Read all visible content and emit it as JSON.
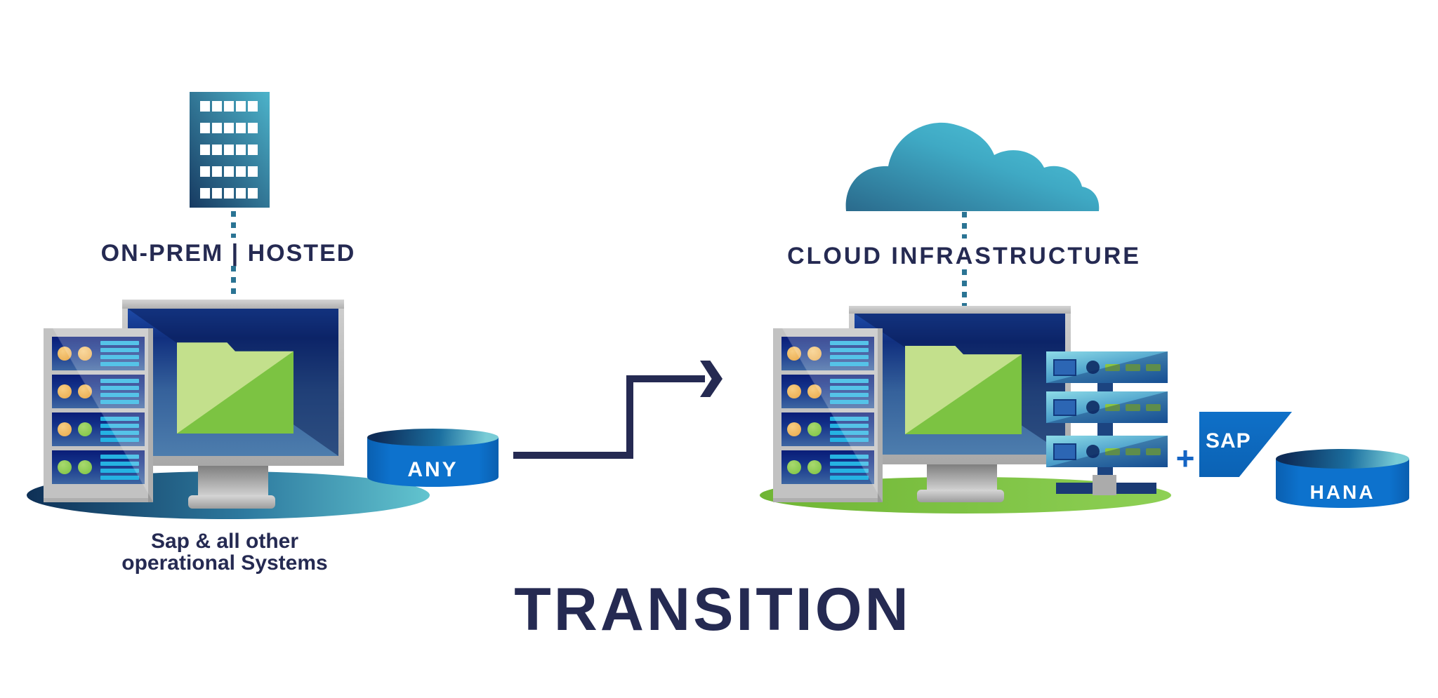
{
  "diagram": {
    "title": "TRANSITION",
    "left_group": {
      "source_icon": "building",
      "label": "ON-PREM | HOSTED",
      "caption": [
        "Sap & all other",
        "operational Systems"
      ],
      "database_label": "ANY"
    },
    "right_group": {
      "source_icon": "cloud",
      "label": "CLOUD INFRASTRUCTURE",
      "plus_sign": "+",
      "sap_logo_text": "SAP",
      "database_label": "HANA"
    },
    "colors": {
      "navy_text": "#252a52",
      "arrow": "#252a52",
      "dotted_line": "#2b7494",
      "database_blue": "#0d72cd",
      "sap_blue": "#0e6dc2",
      "plus_blue": "#1464c4",
      "folder_green_light": "#c3e08c",
      "folder_green_dark": "#7cc342",
      "ground_green": "#7dc241",
      "cloud_teal": "#49c2d9",
      "building_teal": "#4db4cb",
      "server_stripe_cyan": "#25b2e2"
    }
  }
}
